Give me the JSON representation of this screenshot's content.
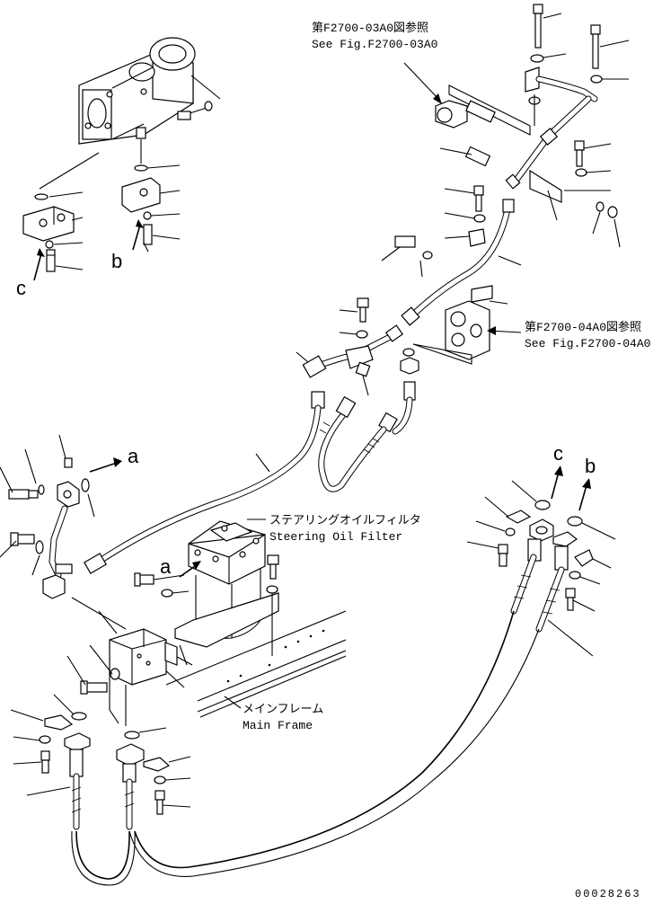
{
  "annotations": {
    "ref_03a0_jp": "第F2700-03A0図参照",
    "ref_03a0_en": "See Fig.F2700-03A0",
    "ref_04a0_jp": "第F2700-04A0図参照",
    "ref_04a0_en": "See Fig.F2700-04A0",
    "filter_jp": "ステアリングオイルフィルタ",
    "filter_en": "Steering Oil Filter",
    "frame_jp": "メインフレーム",
    "frame_en": "Main Frame"
  },
  "callout_letters": {
    "a_upper": "a",
    "a_lower": "a",
    "b_upper": "b",
    "b_lower": "b",
    "c_upper": "c",
    "c_lower": "c"
  },
  "drawing_number": "00028263"
}
